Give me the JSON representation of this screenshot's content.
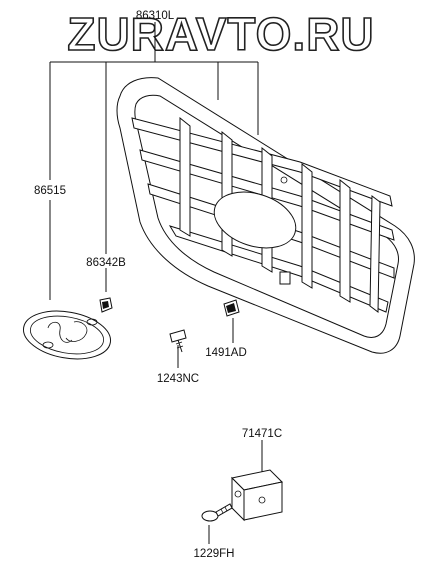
{
  "watermark": "ZURAVTO.RU",
  "labels": {
    "grille": "86310L",
    "emblem": "86515",
    "clip": "86342B",
    "screw_a": "1243NC",
    "screw_b": "1491AD",
    "bracket": "71471C",
    "bolt": "1229FH"
  }
}
